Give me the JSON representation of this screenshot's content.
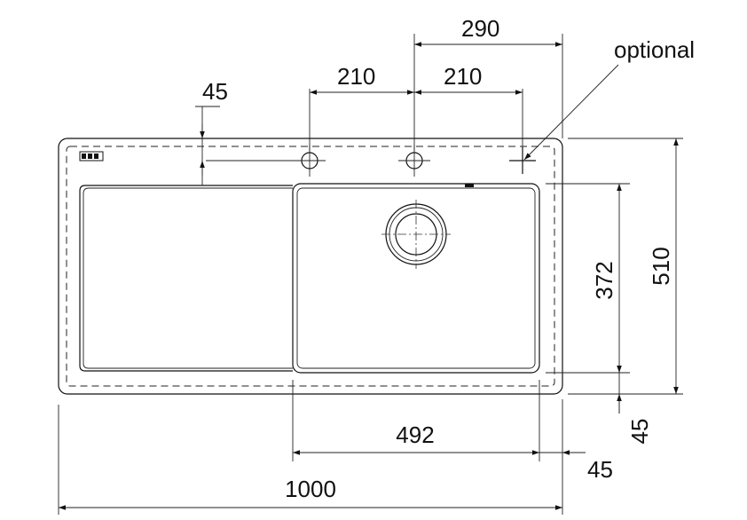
{
  "labels": {
    "optional": "optional",
    "tap_offset_left": "45",
    "tap_spacing_left": "210",
    "tap_spacing_right": "210",
    "tap_from_right_edge": "290",
    "bowl_depth": "372",
    "overall_depth": "510",
    "bottom_margin": "45",
    "bowl_width": "492",
    "right_margin": "45",
    "overall_width": "1000"
  },
  "colors": {
    "line": "#111111",
    "background": "#ffffff"
  }
}
